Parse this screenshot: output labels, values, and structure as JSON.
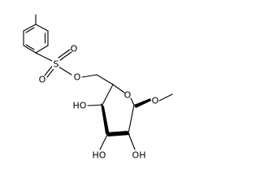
{
  "molecule": {
    "atoms": {
      "sulfur": "S",
      "sulfonyl_o_left": "O",
      "sulfonyl_o_right": "O",
      "ester_o": "O",
      "ring_o": "O",
      "methoxy_o": "O",
      "hydroxyl_c4": "HO",
      "hydroxyl_c3": "HO",
      "hydroxyl_c2": "OH"
    }
  }
}
